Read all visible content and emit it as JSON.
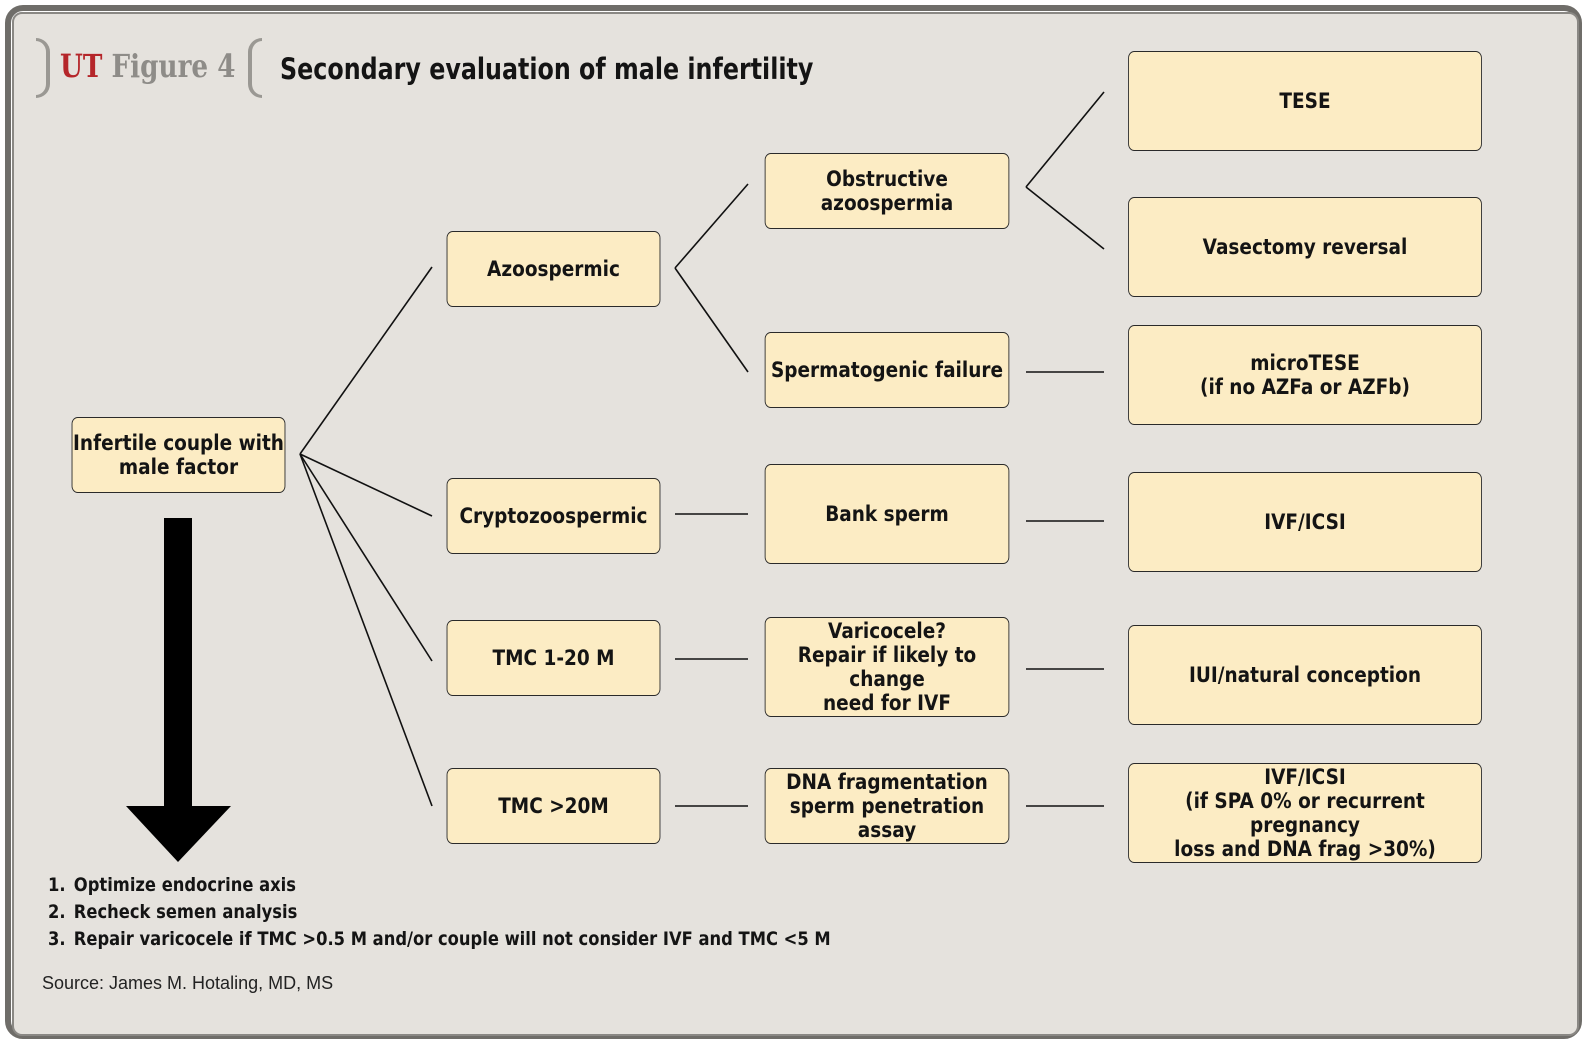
{
  "header": {
    "brand_ut": "UT",
    "brand_figure": "Figure 4",
    "title": "Secondary evaluation of male infertility"
  },
  "nodes": {
    "root": "Infertile couple with\nmale factor",
    "azoospermic": "Azoospermic",
    "cryptozoospermic": "Cryptozoospermic",
    "tmc_1_20": "TMC 1-20 M",
    "tmc_gt20": "TMC >20M",
    "obstructive": "Obstructive azoospermia",
    "spermatogenic": "Spermatogenic failure",
    "bank_sperm": "Bank sperm",
    "varicocele": "Varicocele?\nRepair if likely to change\nneed for IVF",
    "dna_frag": "DNA fragmentation\nsperm penetration assay",
    "tese": "TESE",
    "vasectomy": "Vasectomy reversal",
    "microtese": "microTESE\n(if no AZFa or AZFb)",
    "ivf_icsi_1": "IVF/ICSI",
    "iui": "IUI/natural conception",
    "ivf_icsi_2": "IVF/ICSI\n(if SPA 0% or recurrent pregnancy\nloss and DNA frag >30%)"
  },
  "steps": [
    {
      "num": "1.",
      "text": "Optimize endocrine axis"
    },
    {
      "num": "2.",
      "text": "Recheck semen analysis"
    },
    {
      "num": "3.",
      "text": "Repair varicocele if TMC >0.5 M and/or couple will not consider IVF and TMC <5 M"
    }
  ],
  "source": "Source: James M. Hotaling, MD, MS",
  "colors": {
    "background": "#e5e2dd",
    "box_fill": "#fcecc4",
    "brand_red": "#b5262a",
    "brand_gray": "#8e8c88",
    "frame": "#6f6d69"
  }
}
